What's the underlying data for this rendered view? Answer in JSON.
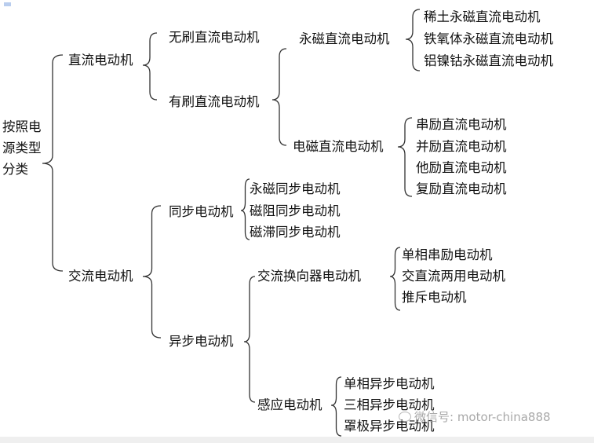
{
  "root": {
    "lines": [
      "按照电",
      "源类型",
      "分类"
    ]
  },
  "dc": {
    "label": "直流电动机",
    "brushless": "无刷直流电动机",
    "brushed": {
      "label": "有刷直流电动机",
      "pm": {
        "label": "永磁直流电动机",
        "items": [
          "稀土永磁直流电动机",
          "铁氧体永磁直流电动机",
          "铝镍钴永磁直流电动机"
        ]
      },
      "em": {
        "label": "电磁直流电动机",
        "items": [
          "串励直流电动机",
          "并励直流电动机",
          "他励直流电动机",
          "复励直流电动机"
        ]
      }
    }
  },
  "ac": {
    "label": "交流电动机",
    "sync": {
      "label": "同步电动机",
      "items": [
        "永磁同步电动机",
        "磁阻同步电动机",
        "磁滞同步电动机"
      ]
    },
    "async": {
      "label": "异步电动机",
      "commutator": {
        "label": "交流换向器电动机",
        "items": [
          "单相串励电动机",
          "交直流两用电动机",
          "推斥电动机"
        ]
      },
      "induction": {
        "label": "感应电动机",
        "items": [
          "单相异步电动机",
          "三相异步电动机",
          "罩极异步电动机"
        ]
      }
    }
  },
  "watermark": "微信号: motor-china888"
}
